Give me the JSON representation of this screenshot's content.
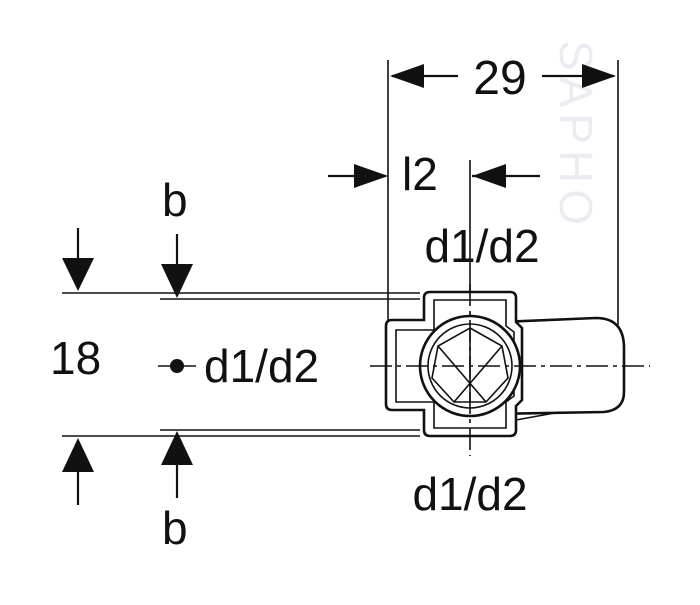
{
  "diagram": {
    "labels": {
      "dim_top": "29",
      "dim_l2": "l2",
      "dim_left": "18",
      "b_top": "b",
      "b_bottom": "b",
      "port_top": "d1/d2",
      "port_side": "d1/d2",
      "port_bottom": "d1/d2"
    },
    "watermark": "SAPHO",
    "colors": {
      "ink": "#111111",
      "background": "#ffffff",
      "watermark": "#d9dde6"
    }
  }
}
